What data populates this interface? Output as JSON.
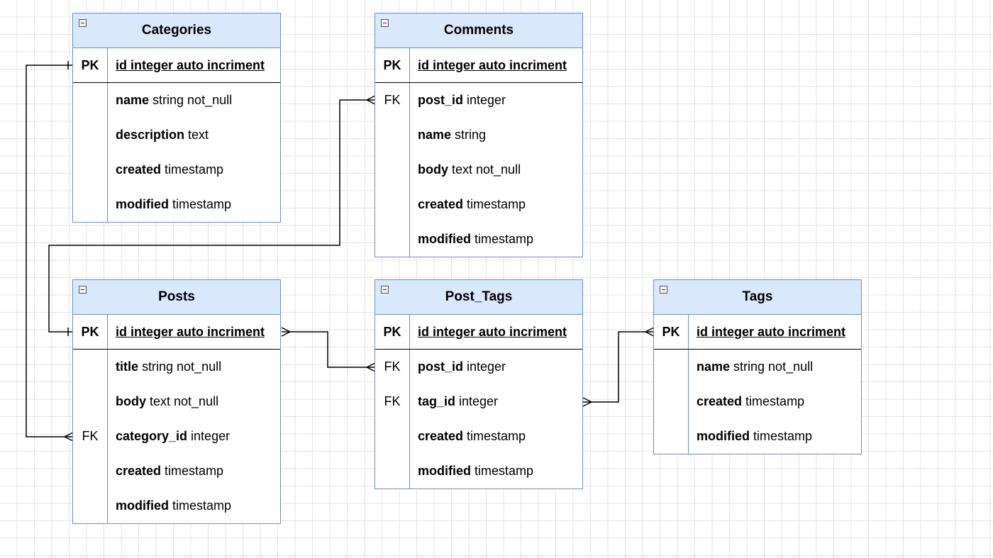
{
  "entities": [
    {
      "key": "categories",
      "title": "Categories",
      "pk": {
        "key": "PK",
        "name": "id",
        "type": "integer auto incriment"
      },
      "fields": [
        {
          "key": "",
          "name": "name",
          "type": "string not_null"
        },
        {
          "key": "",
          "name": "description",
          "type": "text"
        },
        {
          "key": "",
          "name": "created",
          "type": "timestamp"
        },
        {
          "key": "",
          "name": "modified",
          "type": "timestamp"
        }
      ]
    },
    {
      "key": "comments",
      "title": "Comments",
      "pk": {
        "key": "PK",
        "name": "id",
        "type": "integer auto incriment"
      },
      "fields": [
        {
          "key": "FK",
          "name": "post_id",
          "type": "integer"
        },
        {
          "key": "",
          "name": "name",
          "type": "string"
        },
        {
          "key": "",
          "name": "body",
          "type": "text not_null"
        },
        {
          "key": "",
          "name": "created",
          "type": "timestamp"
        },
        {
          "key": "",
          "name": "modified",
          "type": "timestamp"
        }
      ]
    },
    {
      "key": "posts",
      "title": "Posts",
      "pk": {
        "key": "PK",
        "name": "id",
        "type": "integer auto incriment"
      },
      "fields": [
        {
          "key": "",
          "name": "title",
          "type": "string not_null"
        },
        {
          "key": "",
          "name": "body",
          "type": "text not_null"
        },
        {
          "key": "FK",
          "name": "category_id",
          "type": "integer"
        },
        {
          "key": "",
          "name": "created",
          "type": "timestamp"
        },
        {
          "key": "",
          "name": "modified",
          "type": "timestamp"
        }
      ]
    },
    {
      "key": "post_tags",
      "title": "Post_Tags",
      "pk": {
        "key": "PK",
        "name": "id",
        "type": "integer auto incriment"
      },
      "fields": [
        {
          "key": "FK",
          "name": "post_id",
          "type": "integer"
        },
        {
          "key": "FK",
          "name": "tag_id",
          "type": "integer"
        },
        {
          "key": "",
          "name": "created",
          "type": "timestamp"
        },
        {
          "key": "",
          "name": "modified",
          "type": "timestamp"
        }
      ]
    },
    {
      "key": "tags",
      "title": "Tags",
      "pk": {
        "key": "PK",
        "name": "id",
        "type": "integer auto incriment"
      },
      "fields": [
        {
          "key": "",
          "name": "name",
          "type": "string not_null"
        },
        {
          "key": "",
          "name": "created",
          "type": "timestamp"
        },
        {
          "key": "",
          "name": "modified",
          "type": "timestamp"
        }
      ]
    }
  ],
  "relationships": [
    {
      "from": "posts.category_id",
      "to": "categories.id",
      "from_end": "many",
      "to_end": "one"
    },
    {
      "from": "comments.post_id",
      "to": "posts.id",
      "from_end": "many",
      "to_end": "one"
    },
    {
      "from": "post_tags.post_id",
      "to": "posts.id",
      "from_end": "many",
      "to_end": "many"
    },
    {
      "from": "post_tags.tag_id",
      "to": "tags.id",
      "from_end": "many",
      "to_end": "many"
    }
  ],
  "colors": {
    "header_fill": "#dae8fc",
    "border": "#6c8ebf",
    "connector": "#000000",
    "grid": "#e3e3e3"
  }
}
